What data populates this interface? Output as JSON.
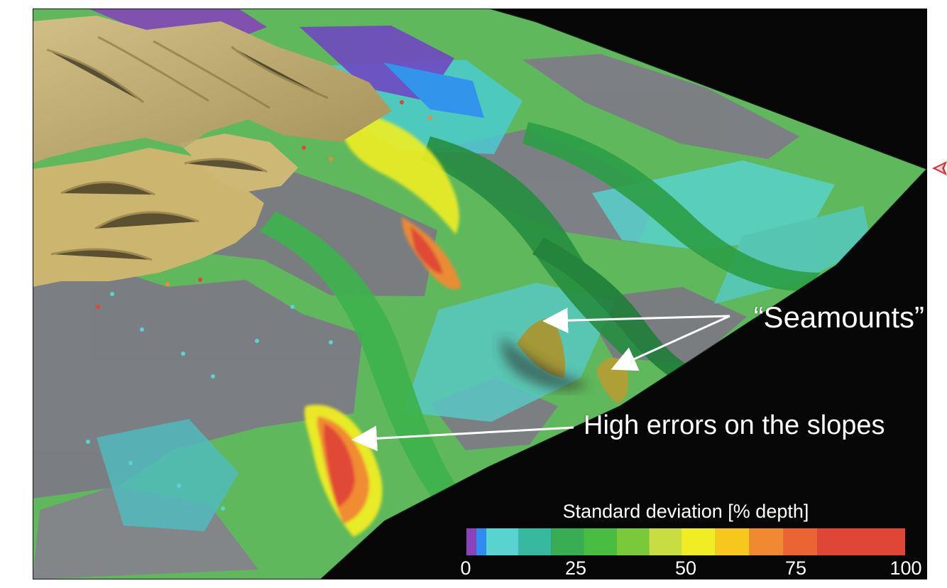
{
  "annotations": {
    "seamounts": "“Seamounts”",
    "slopes": "High errors on the slopes"
  },
  "legend": {
    "title": "Standard deviation [% depth]",
    "ticks": [
      "0",
      "25",
      "50",
      "75",
      "100"
    ],
    "range": [
      0,
      100
    ],
    "colors": [
      "#8c42ba",
      "#2f8df2",
      "#58d3cf",
      "#37b99f",
      "#38ad54",
      "#49bc42",
      "#79c93a",
      "#c7dd42",
      "#f0ed25",
      "#f7c71e",
      "#f08a32",
      "#eb6434",
      "#df4636"
    ]
  },
  "palette": {
    "background": "#070707",
    "land": "#c9b36a",
    "gray_seafloor": "#7b7b84",
    "cyan": "#58d3cf",
    "green": "#38ad54",
    "yellow": "#f0ed25",
    "orange": "#f08a32",
    "red": "#df4636",
    "purple": "#8c42ba",
    "white": "#ffffff"
  },
  "icons": {
    "side_marker": "red-triangle-pointer-icon"
  }
}
